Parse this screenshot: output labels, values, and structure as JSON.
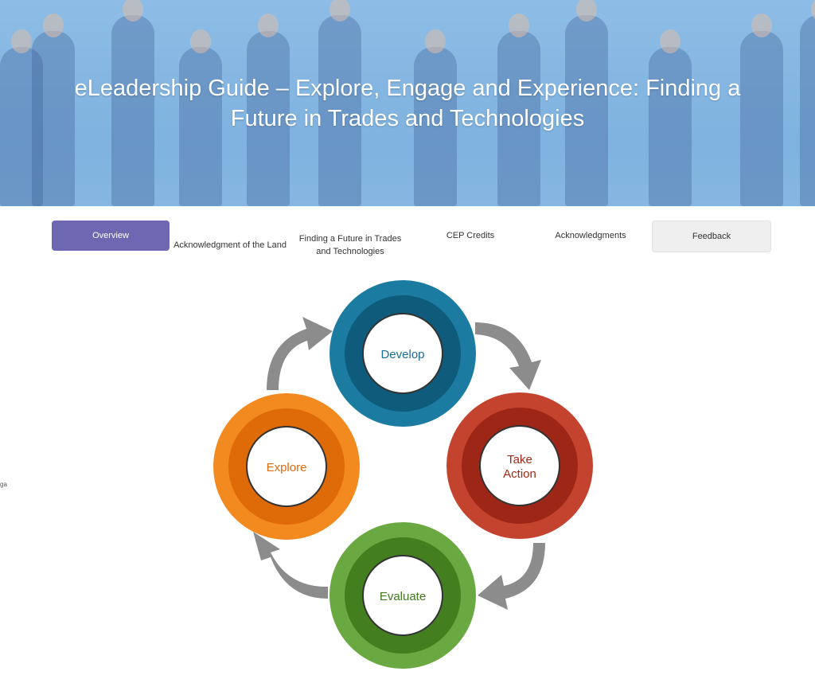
{
  "header": {
    "title_line1": "eLeadership Guide – Explore, Engage and Experience: Finding a",
    "title_line2": "Future in Trades and Technologies"
  },
  "nav": {
    "tabs": [
      {
        "label": "Overview"
      },
      {
        "label": "Acknowledgment of the Land"
      },
      {
        "label": "Finding a Future in Trades and Technologies"
      },
      {
        "label": "CEP Credits"
      },
      {
        "label": "Acknowledgments"
      },
      {
        "label": "Feedback"
      }
    ]
  },
  "edge_text": "ga",
  "cycle": {
    "steps": [
      {
        "label": "Develop",
        "outer": "#1b7ba1",
        "ring": "#0e5b7c",
        "text": "#1a6e96"
      },
      {
        "label": "Take Action",
        "outer": "#c4432e",
        "ring": "#9e2616",
        "text": "#a22a14"
      },
      {
        "label": "Evaluate",
        "outer": "#6aa842",
        "ring": "#437f1e",
        "text": "#3f7a1c"
      },
      {
        "label": "Explore",
        "outer": "#f38a20",
        "ring": "#df6a08",
        "text": "#e06a0a"
      }
    ],
    "arrow_color": "#8c8c8c"
  }
}
